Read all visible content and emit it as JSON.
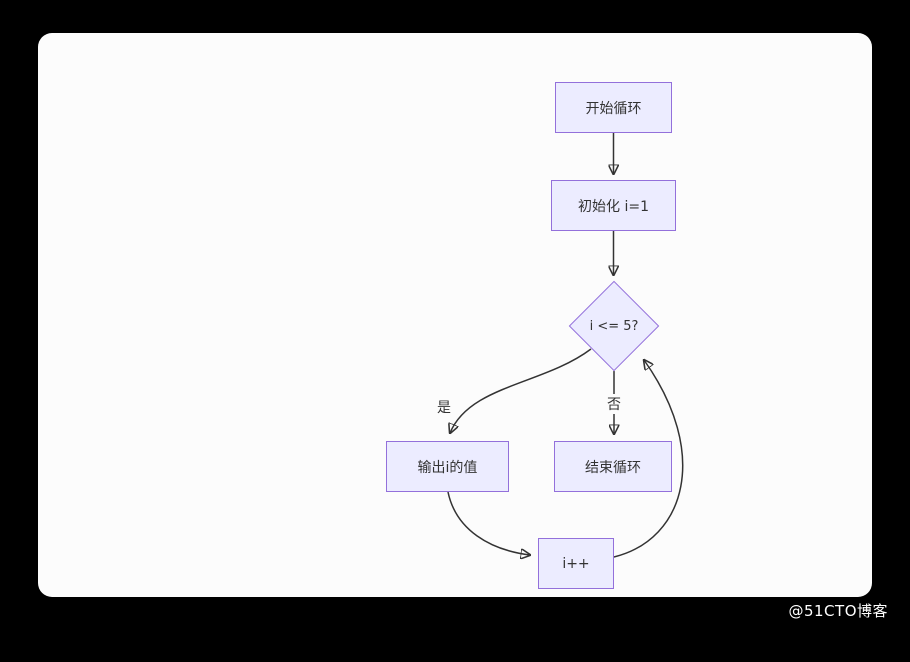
{
  "watermark": "@51CTO博客",
  "diagram": {
    "nodes": {
      "start": "开始循环",
      "init": "初始化 i=1",
      "cond": "i <= 5?",
      "output": "输出i的值",
      "end": "结束循环",
      "inc": "i++"
    },
    "edge_labels": {
      "yes": "是",
      "no": "否"
    },
    "colors": {
      "node_fill": "#ECECFF",
      "node_border": "#9370DB",
      "edge": "#333333",
      "canvas_bg": "#FCFCFC",
      "page_bg": "#000000"
    }
  }
}
